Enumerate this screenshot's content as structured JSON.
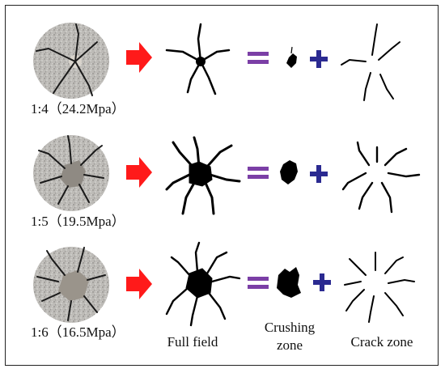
{
  "rows": [
    {
      "label": "1:4（24.2Mpa）"
    },
    {
      "label": "1:5（19.5Mpa）"
    },
    {
      "label": "1:6（16.5Mpa）"
    }
  ],
  "columns": {
    "full_field": "Full field",
    "crushing_zone_line1": "Crushing",
    "crushing_zone_line2": "zone",
    "crack_zone": "Crack zone"
  },
  "colors": {
    "arrow": "#ff1a1a",
    "equals": "#7b3fa6",
    "plus": "#2b2a91",
    "crack": "#000000",
    "specimen": "#b9b7b3"
  },
  "icons": [
    "right-arrow-icon",
    "equals-icon",
    "plus-icon"
  ]
}
